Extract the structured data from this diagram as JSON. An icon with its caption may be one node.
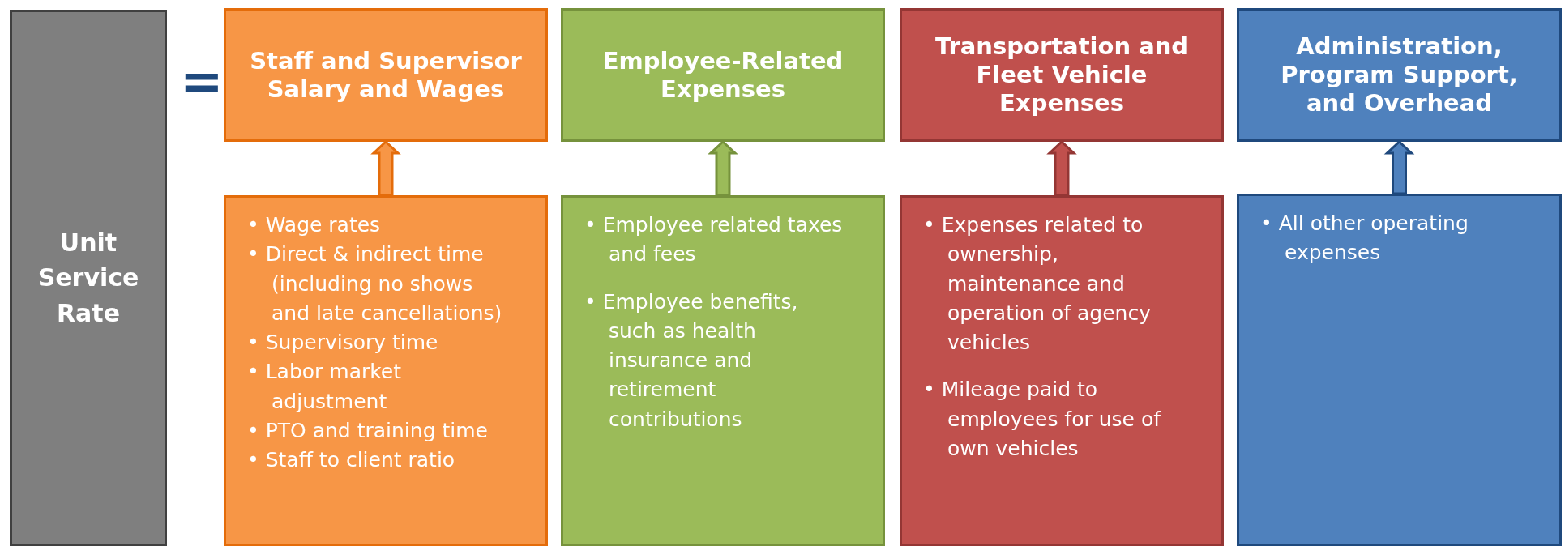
{
  "diagram": {
    "nodes": [
      {
        "text": [
          "Unit Service Rate"
        ]
      },
      {
        "text": [
          "Staff and Supervisor Salary and Wages"
        ]
      },
      {
        "text": [
          "Employee-Related Expenses"
        ]
      },
      {
        "text": [
          "Transportation and Fleet Vehicle Expenses"
        ]
      },
      {
        "text": [
          "Administration, Program Support, and Overhead"
        ]
      },
      {
        "text": [
          "• Wage rates",
          "• Direct & indirect time (including no shows and late cancellations)",
          "• Supervisory time",
          "• Labor market adjustment",
          "• PTO and training time",
          "• Staff to client ratio"
        ]
      },
      {
        "text": [
          "• Employee related taxes and fees",
          "• Employee benefits, such as health insurance and retirement contributions"
        ]
      },
      {
        "text": [
          "• Expenses related to ownership, maintenance and operation of agency vehicles",
          "• Mileage paid to employees for use of own vehicles"
        ]
      },
      {
        "text": [
          "• All other operating expenses"
        ]
      }
    ],
    "edges": [
      {
        "from": 5,
        "to": 1,
        "arrow": "to",
        "color": "#e46c0a"
      },
      {
        "from": 6,
        "to": 2,
        "arrow": "to",
        "color": "#76923c"
      },
      {
        "from": 7,
        "to": 3,
        "arrow": "to",
        "color": "#943634"
      },
      {
        "from": 8,
        "to": 4,
        "arrow": "to",
        "color": "#1f497d"
      }
    ],
    "labels": [
      "="
    ]
  }
}
